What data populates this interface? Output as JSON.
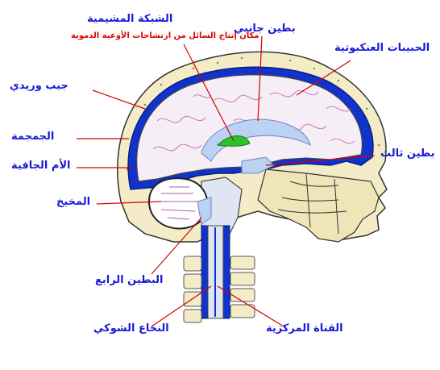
{
  "colors": {
    "label_blue": "#1a1ad6",
    "label_red": "#e00000",
    "pointer_red": "#d40000",
    "skull_fill": "#f3ecc7",
    "brain_fill": "#f6eef6",
    "csf_blue": "#1133cc",
    "csf_light": "#bcd2f2",
    "choroid_green": "#2ac42a"
  },
  "labels": {
    "choroid_plexus": "الشبكة المشيمية",
    "choroid_note": "مكان إنتاج السائل من ارتشاحات الأوعية الدموية",
    "lateral_ventricle": "بطين جانبي",
    "arachnoid_granulations": "الحبيبات العنكبوتية",
    "venous_sinus": "جيب وريدي",
    "skull": "الجمجمة",
    "dura_mater": "الأم الجافية",
    "third_ventricle": "بطين ثالث",
    "cerebellum": "المخيخ",
    "fourth_ventricle": "البطين الرابع",
    "spinal_cord": "النخاع الشوكي",
    "central_canal": "القناة المركزية"
  }
}
